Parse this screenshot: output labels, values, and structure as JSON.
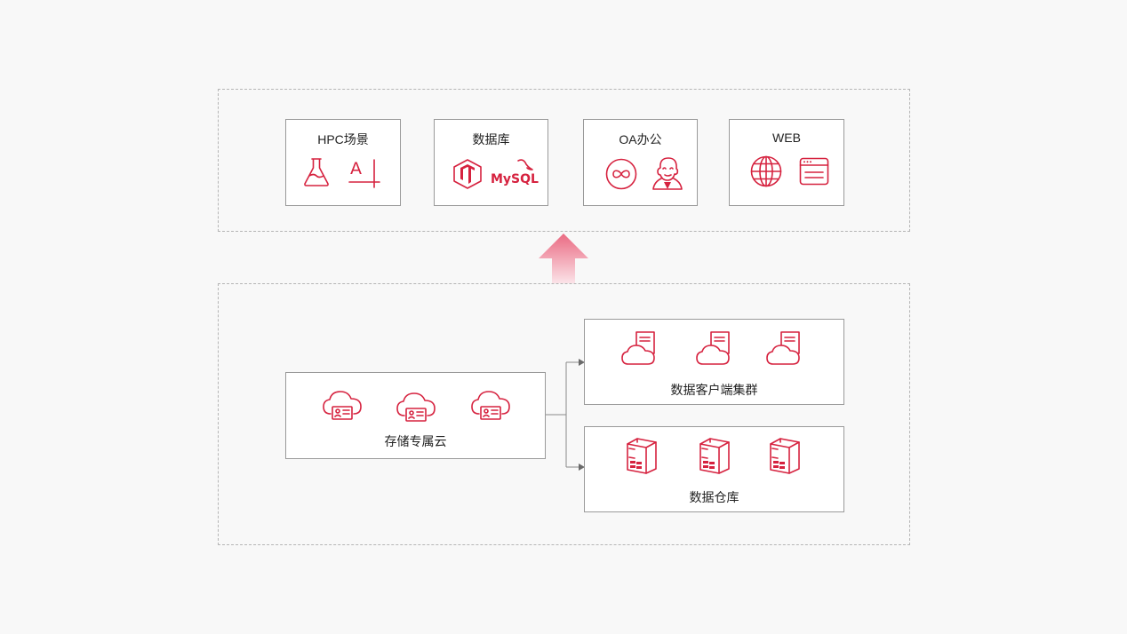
{
  "diagram": {
    "top_boxes": [
      {
        "label": "HPC场景",
        "icons": [
          "flask-icon",
          "font-crop-icon"
        ]
      },
      {
        "label": "数据库",
        "icons": [
          "tidb-logo-icon",
          "mysql-logo-icon"
        ]
      },
      {
        "label": "OA办公",
        "icons": [
          "infinity-circle-icon",
          "jenkins-logo-icon"
        ]
      },
      {
        "label": "WEB",
        "icons": [
          "globe-icon",
          "browser-window-icon"
        ]
      }
    ],
    "mysql_text": "MySQL",
    "storage": {
      "label": "存储专属云",
      "icon": "cloud-id-card-icon"
    },
    "client_cluster": {
      "label": "数据客户端集群",
      "icon": "cloud-document-icon"
    },
    "warehouse": {
      "label": "数据仓库",
      "icon": "server-rack-icon"
    },
    "colors": {
      "accent": "#d6223f",
      "border": "#9a9a9a",
      "dashed": "#b5b5b5",
      "background": "#f8f8f8"
    }
  }
}
